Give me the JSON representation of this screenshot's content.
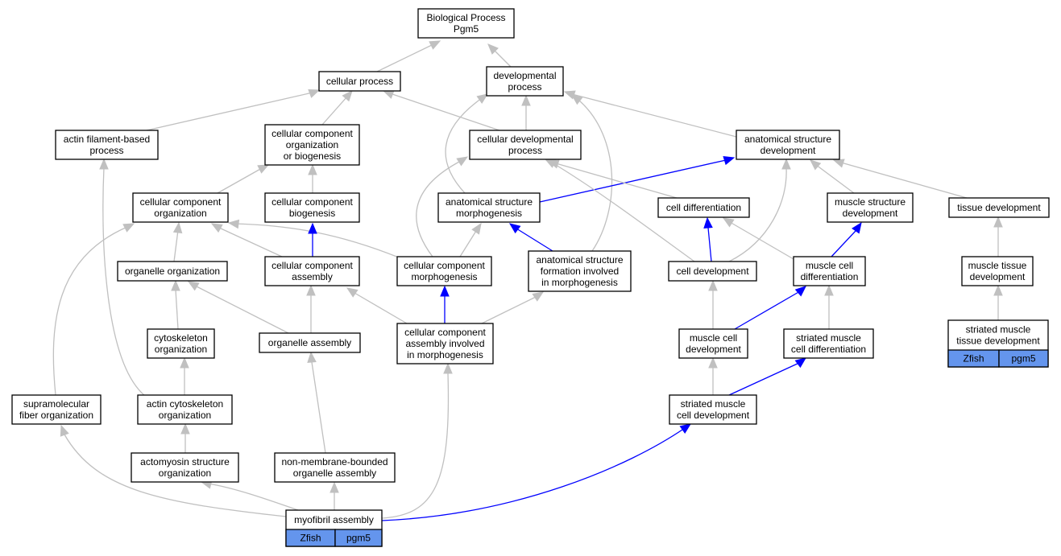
{
  "colors": {
    "edge_gray": "#c0c0c0",
    "edge_blue": "#0000ff",
    "tag_fill": "#6495ed",
    "node_border": "#000000",
    "background": "#ffffff"
  },
  "nodes": {
    "bp": {
      "lines": [
        "Biological Process",
        "Pgm5"
      ]
    },
    "cp": {
      "lines": [
        "cellular process"
      ]
    },
    "dp": {
      "lines": [
        "developmental",
        "process"
      ]
    },
    "afbp": {
      "lines": [
        "actin filament-based",
        "process"
      ]
    },
    "ccob": {
      "lines": [
        "cellular component",
        "organization",
        "or biogenesis"
      ]
    },
    "cdp": {
      "lines": [
        "cellular developmental",
        "process"
      ]
    },
    "asd": {
      "lines": [
        "anatomical structure",
        "development"
      ]
    },
    "cco": {
      "lines": [
        "cellular component",
        "organization"
      ]
    },
    "ccb": {
      "lines": [
        "cellular component",
        "biogenesis"
      ]
    },
    "asm": {
      "lines": [
        "anatomical structure",
        "morphogenesis"
      ]
    },
    "cdiff": {
      "lines": [
        "cell differentiation"
      ]
    },
    "msd": {
      "lines": [
        "muscle structure",
        "development"
      ]
    },
    "td": {
      "lines": [
        "tissue development"
      ]
    },
    "oo": {
      "lines": [
        "organelle organization"
      ]
    },
    "cca": {
      "lines": [
        "cellular component",
        "assembly"
      ]
    },
    "ccm": {
      "lines": [
        "cellular component",
        "morphogenesis"
      ]
    },
    "asfm": {
      "lines": [
        "anatomical structure",
        "formation involved",
        "in morphogenesis"
      ]
    },
    "cdev": {
      "lines": [
        "cell development"
      ]
    },
    "mcdiff": {
      "lines": [
        "muscle cell",
        "differentiation"
      ]
    },
    "mtd": {
      "lines": [
        "muscle tissue",
        "development"
      ]
    },
    "co": {
      "lines": [
        "cytoskeleton",
        "organization"
      ]
    },
    "oa": {
      "lines": [
        "organelle assembly"
      ]
    },
    "ccaim": {
      "lines": [
        "cellular component",
        "assembly involved",
        "in morphogenesis"
      ]
    },
    "mcdev": {
      "lines": [
        "muscle cell",
        "development"
      ]
    },
    "smcdiff": {
      "lines": [
        "striated muscle",
        "cell differentiation"
      ]
    },
    "smtd": {
      "lines": [
        "striated muscle",
        "tissue development"
      ],
      "tags": [
        "Zfish",
        "pgm5"
      ]
    },
    "sfo": {
      "lines": [
        "supramolecular",
        "fiber organization"
      ]
    },
    "aco": {
      "lines": [
        "actin cytoskeleton",
        "organization"
      ]
    },
    "smcdev": {
      "lines": [
        "striated muscle",
        "cell development"
      ]
    },
    "amso": {
      "lines": [
        "actomyosin structure",
        "organization"
      ]
    },
    "nmboa": {
      "lines": [
        "non-membrane-bounded",
        "organelle assembly"
      ]
    },
    "ma": {
      "lines": [
        "myofibril assembly"
      ],
      "tags": [
        "Zfish",
        "pgm5"
      ]
    }
  },
  "edges": [
    {
      "from": "cp",
      "to": "bp",
      "kind": "is_a"
    },
    {
      "from": "dp",
      "to": "bp",
      "kind": "is_a"
    },
    {
      "from": "afbp",
      "to": "cp",
      "kind": "is_a"
    },
    {
      "from": "ccob",
      "to": "cp",
      "kind": "is_a"
    },
    {
      "from": "cdp",
      "to": "cp",
      "kind": "is_a"
    },
    {
      "from": "cdp",
      "to": "dp",
      "kind": "is_a"
    },
    {
      "from": "asd",
      "to": "dp",
      "kind": "is_a"
    },
    {
      "from": "asm",
      "to": "dp",
      "kind": "is_a"
    },
    {
      "from": "asfm",
      "to": "dp",
      "kind": "is_a"
    },
    {
      "from": "cco",
      "to": "ccob",
      "kind": "is_a"
    },
    {
      "from": "ccb",
      "to": "ccob",
      "kind": "is_a"
    },
    {
      "from": "asm",
      "to": "asd",
      "kind": "part_of"
    },
    {
      "from": "cdiff",
      "to": "cdp",
      "kind": "is_a"
    },
    {
      "from": "cdev",
      "to": "cdp",
      "kind": "is_a"
    },
    {
      "from": "cdev",
      "to": "asd",
      "kind": "is_a"
    },
    {
      "from": "msd",
      "to": "asd",
      "kind": "is_a"
    },
    {
      "from": "td",
      "to": "asd",
      "kind": "is_a"
    },
    {
      "from": "ccm",
      "to": "cdp",
      "kind": "is_a"
    },
    {
      "from": "oo",
      "to": "cco",
      "kind": "is_a"
    },
    {
      "from": "cca",
      "to": "cco",
      "kind": "is_a"
    },
    {
      "from": "ccm",
      "to": "cco",
      "kind": "is_a"
    },
    {
      "from": "sfo",
      "to": "cco",
      "kind": "is_a"
    },
    {
      "from": "cca",
      "to": "ccb",
      "kind": "part_of"
    },
    {
      "from": "ccm",
      "to": "asm",
      "kind": "is_a"
    },
    {
      "from": "asfm",
      "to": "asm",
      "kind": "part_of"
    },
    {
      "from": "cdev",
      "to": "cdiff",
      "kind": "part_of"
    },
    {
      "from": "mcdiff",
      "to": "cdiff",
      "kind": "is_a"
    },
    {
      "from": "mcdiff",
      "to": "msd",
      "kind": "part_of"
    },
    {
      "from": "mtd",
      "to": "td",
      "kind": "is_a"
    },
    {
      "from": "co",
      "to": "oo",
      "kind": "is_a"
    },
    {
      "from": "oa",
      "to": "oo",
      "kind": "is_a"
    },
    {
      "from": "oa",
      "to": "cca",
      "kind": "is_a"
    },
    {
      "from": "ccaim",
      "to": "cca",
      "kind": "is_a"
    },
    {
      "from": "ccaim",
      "to": "ccm",
      "kind": "part_of"
    },
    {
      "from": "ccaim",
      "to": "asfm",
      "kind": "is_a"
    },
    {
      "from": "mcdev",
      "to": "cdev",
      "kind": "is_a"
    },
    {
      "from": "mcdev",
      "to": "mcdiff",
      "kind": "part_of"
    },
    {
      "from": "smcdiff",
      "to": "mcdiff",
      "kind": "is_a"
    },
    {
      "from": "smtd",
      "to": "mtd",
      "kind": "is_a"
    },
    {
      "from": "aco",
      "to": "co",
      "kind": "is_a"
    },
    {
      "from": "aco",
      "to": "afbp",
      "kind": "is_a"
    },
    {
      "from": "nmboa",
      "to": "oa",
      "kind": "is_a"
    },
    {
      "from": "smcdev",
      "to": "mcdev",
      "kind": "is_a"
    },
    {
      "from": "smcdev",
      "to": "smcdiff",
      "kind": "part_of"
    },
    {
      "from": "amso",
      "to": "aco",
      "kind": "is_a"
    },
    {
      "from": "ma",
      "to": "sfo",
      "kind": "is_a"
    },
    {
      "from": "ma",
      "to": "amso",
      "kind": "is_a"
    },
    {
      "from": "ma",
      "to": "nmboa",
      "kind": "is_a"
    },
    {
      "from": "ma",
      "to": "ccaim",
      "kind": "is_a"
    },
    {
      "from": "ma",
      "to": "smcdev",
      "kind": "part_of"
    }
  ]
}
